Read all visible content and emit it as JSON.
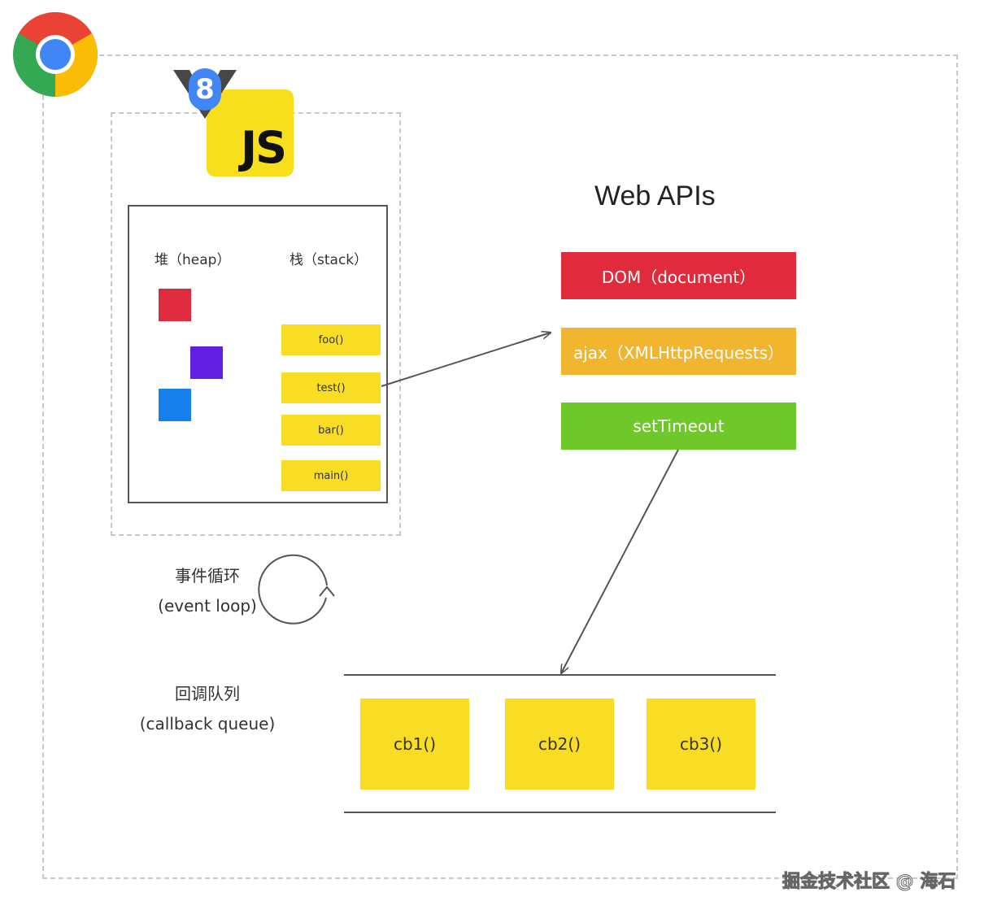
{
  "web_apis": {
    "title": "Web APIs",
    "items": [
      {
        "label": "DOM（document）",
        "color": "#e02b3d"
      },
      {
        "label": "ajax（XMLHttpRequests）",
        "color": "#f2b52f"
      },
      {
        "label": "setTimeout",
        "color": "#6ec829"
      }
    ]
  },
  "engine": {
    "js_logo": "JS",
    "v8_logo": "8",
    "heap_label": "堆（heap）",
    "stack_label": "栈（stack）",
    "heap_colors": [
      "#e02b3d",
      "#6320e0",
      "#1680ec"
    ],
    "stack_frames": [
      "foo()",
      "test()",
      "bar()",
      "main()"
    ]
  },
  "event_loop": {
    "line1": "事件循环",
    "line2": "(event loop)"
  },
  "callback_queue": {
    "line1": "回调队列",
    "line2": "(callback queue)",
    "items": [
      "cb1()",
      "cb2()",
      "cb3()"
    ]
  },
  "watermark": "掘金技术社区 @ 海石",
  "colors": {
    "frame_yellow": "#f9dc24",
    "line": "#555555",
    "dash": "#c8c8c8"
  }
}
